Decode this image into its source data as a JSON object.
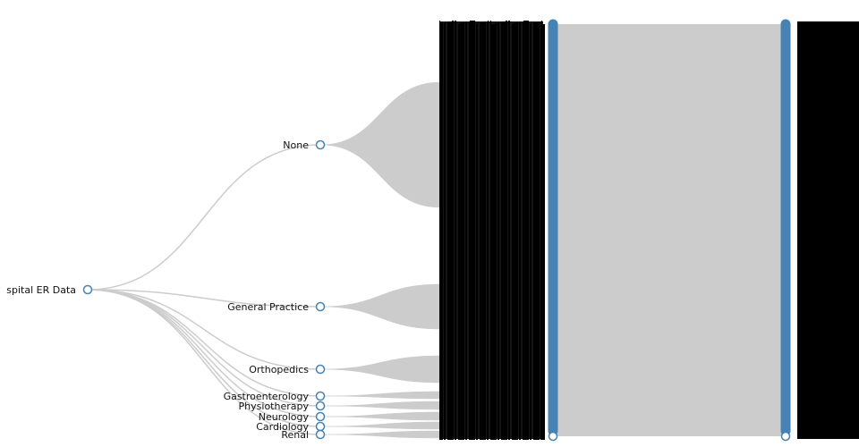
{
  "tree": {
    "root": {
      "label": "spital ER Data"
    },
    "children": [
      {
        "label": "None",
        "weight": 3.5
      },
      {
        "label": "General Practice",
        "weight": 1.2
      },
      {
        "label": "Orthopedics",
        "weight": 0.7
      },
      {
        "label": "Gastroenterology",
        "weight": 0.2
      },
      {
        "label": "Physiotherapy",
        "weight": 0.2
      },
      {
        "label": "Neurology",
        "weight": 0.15
      },
      {
        "label": "Cardiology",
        "weight": 0.15
      },
      {
        "label": "Renal",
        "weight": 0.15
      }
    ],
    "leaf_count": 220,
    "colors": {
      "link": "#cccccc",
      "node_stroke": "#4682b4",
      "node_fill": "#ffffff",
      "leaf_bar": "#4682b4",
      "label_block": "#000000"
    }
  }
}
